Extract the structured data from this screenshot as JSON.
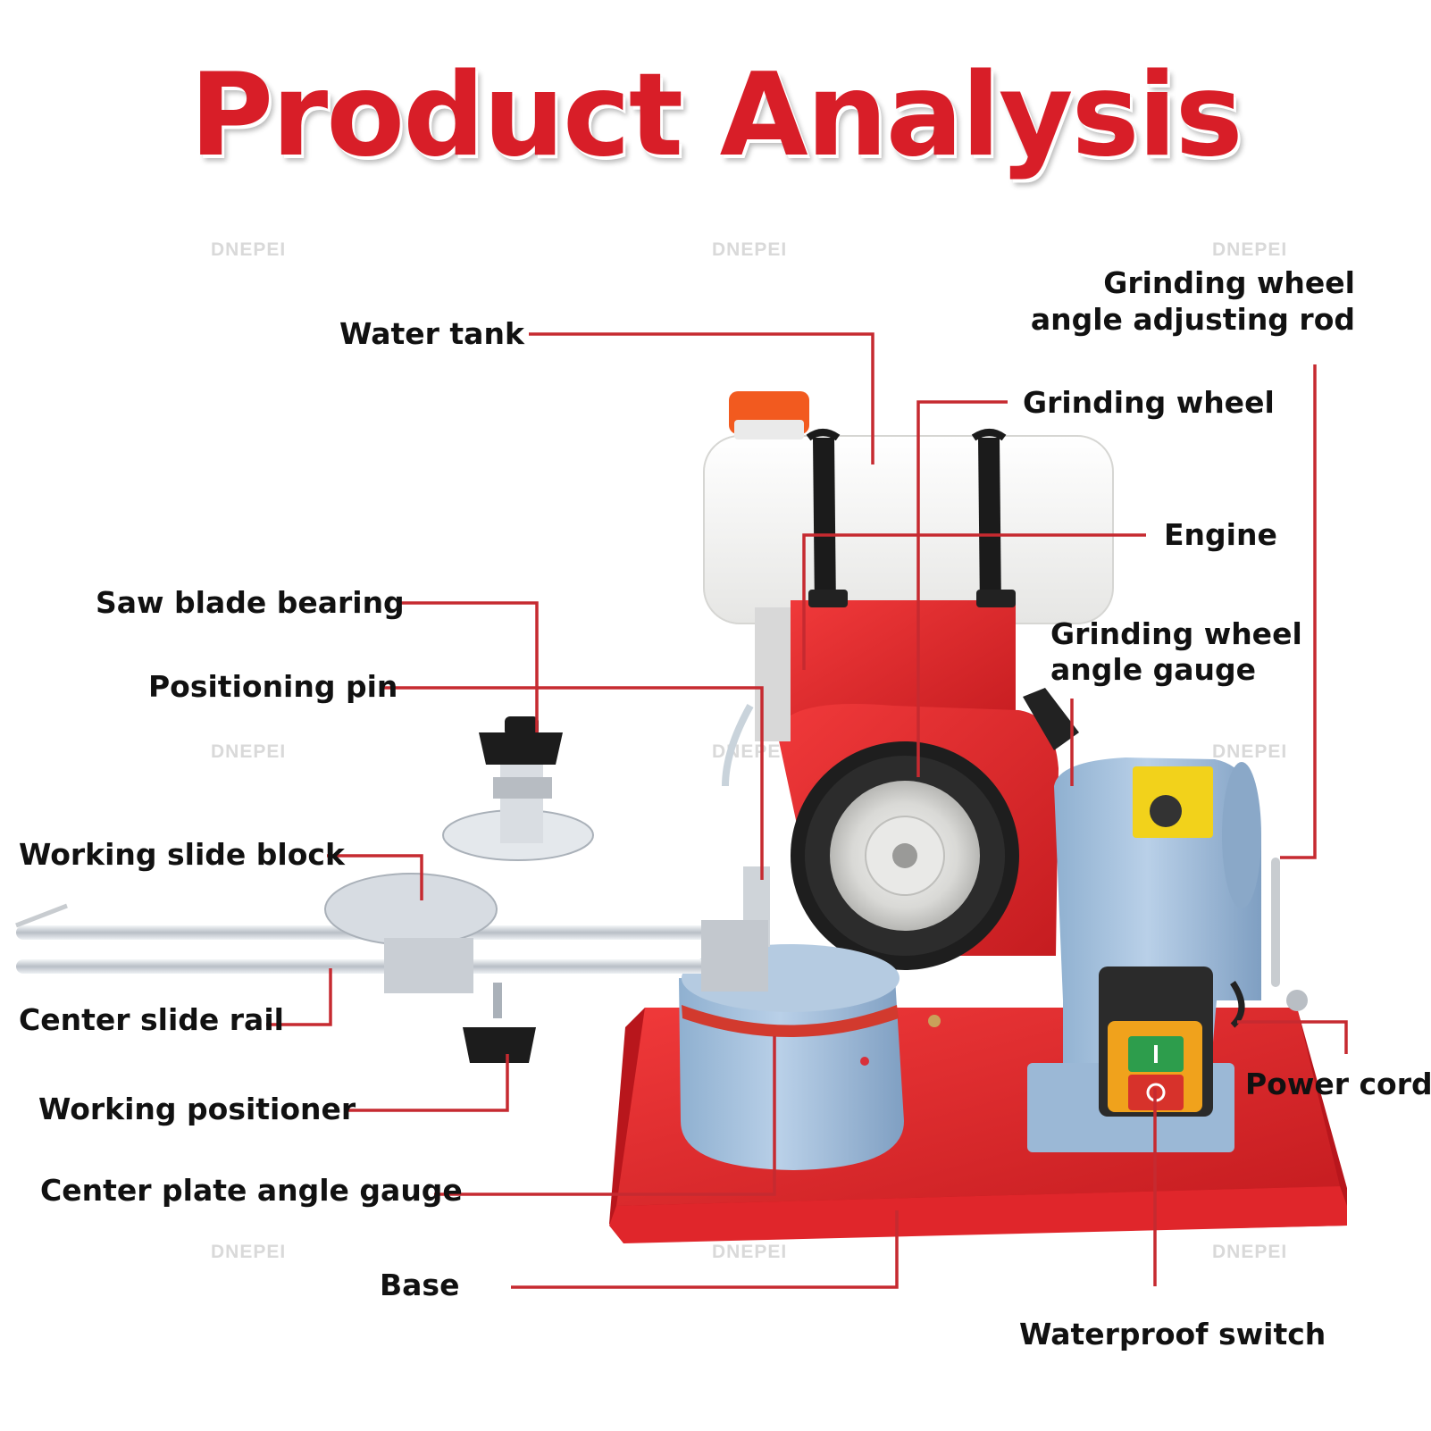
{
  "title": "Product Analysis",
  "watermark": "DNEPEI",
  "labels": {
    "water_tank": "Water tank",
    "angle_rod_line1": "Grinding wheel",
    "angle_rod_line2": "angle adjusting rod",
    "grinding_wheel": "Grinding wheel",
    "engine": "Engine",
    "saw_blade_bearing": "Saw blade bearing",
    "positioning_pin": "Positioning pin",
    "angle_gauge_line1": "Grinding wheel",
    "angle_gauge_line2": "angle gauge",
    "working_slide_block": "Working slide block",
    "center_slide_rail": "Center slide rail",
    "power_cord": "Power cord",
    "working_positioner": "Working positioner",
    "center_plate_angle_gauge": "Center plate angle gauge",
    "base": "Base",
    "waterproof_switch": "Waterproof switch"
  },
  "colors": {
    "title": "#d81e28",
    "leader_line": "#c62a30",
    "machine_red": "#e0262b",
    "machine_blue": "#a7c3df",
    "switch_green": "#2d9d4c",
    "switch_red": "#d7322b",
    "switch_orange": "#f0a21c",
    "cap_orange": "#f25a1f"
  }
}
